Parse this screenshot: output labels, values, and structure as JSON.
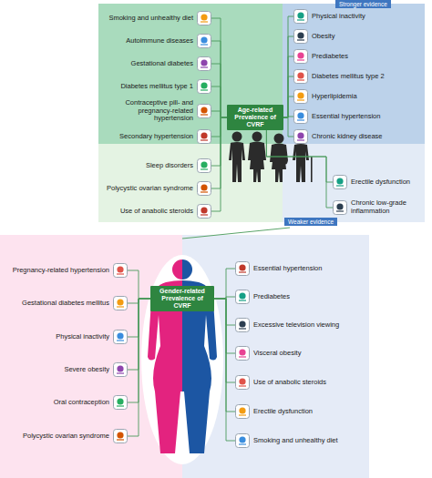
{
  "diagram": {
    "nodes": [
      {
        "text": [
          "Age-related Prevalence of CVRF"
        ]
      },
      {
        "text": [
          "Smoking and unhealthy diet"
        ]
      },
      {
        "text": [
          "Autoimmune diseases"
        ]
      },
      {
        "text": [
          "Gestational diabetes"
        ]
      },
      {
        "text": [
          "Diabetes mellitus type 1"
        ]
      },
      {
        "text": [
          "Contraceptive pill- and pregnancy-related hypertension"
        ]
      },
      {
        "text": [
          "Secondary hypertension"
        ]
      },
      {
        "text": [
          "Physical inactivity"
        ]
      },
      {
        "text": [
          "Obesity"
        ]
      },
      {
        "text": [
          "Prediabetes"
        ]
      },
      {
        "text": [
          "Diabetes mellitus type 2"
        ]
      },
      {
        "text": [
          "Hyperlipidemia"
        ]
      },
      {
        "text": [
          "Essential hypertension"
        ]
      },
      {
        "text": [
          "Chronic kidney disease"
        ]
      },
      {
        "text": [
          "Sleep disorders"
        ]
      },
      {
        "text": [
          "Polycystic ovarian syndrome"
        ]
      },
      {
        "text": [
          "Use of anabolic steroids"
        ]
      },
      {
        "text": [
          "Erectile dysfunction"
        ]
      },
      {
        "text": [
          "Chronic low-grade inflammation"
        ]
      },
      {
        "text": [
          "Gender-related Prevalence of CVRF"
        ]
      },
      {
        "text": [
          "Pregnancy-related hypertension"
        ]
      },
      {
        "text": [
          "Gestational diabetes mellitus"
        ]
      },
      {
        "text": [
          "Physical inactivity"
        ]
      },
      {
        "text": [
          "Severe obesity"
        ]
      },
      {
        "text": [
          "Oral contraception"
        ]
      },
      {
        "text": [
          "Polycystic ovarian syndrome"
        ]
      },
      {
        "text": [
          "Essential hypertension"
        ]
      },
      {
        "text": [
          "Prediabetes"
        ]
      },
      {
        "text": [
          "Excessive television viewing"
        ]
      },
      {
        "text": [
          "Visceral obesity"
        ]
      },
      {
        "text": [
          "Use of anabolic steroids"
        ]
      },
      {
        "text": [
          "Erectile dysfunction"
        ]
      },
      {
        "text": [
          "Smoking and unhealthy diet"
        ]
      }
    ],
    "edges": [
      {
        "from": 0,
        "to": 1,
        "arrow": "none"
      },
      {
        "from": 0,
        "to": 2,
        "arrow": "none"
      },
      {
        "from": 0,
        "to": 3,
        "arrow": "none"
      },
      {
        "from": 0,
        "to": 4,
        "arrow": "none"
      },
      {
        "from": 0,
        "to": 5,
        "arrow": "none"
      },
      {
        "from": 0,
        "to": 6,
        "arrow": "none"
      },
      {
        "from": 0,
        "to": 7,
        "arrow": "none"
      },
      {
        "from": 0,
        "to": 8,
        "arrow": "none"
      },
      {
        "from": 0,
        "to": 9,
        "arrow": "none"
      },
      {
        "from": 0,
        "to": 10,
        "arrow": "none"
      },
      {
        "from": 0,
        "to": 11,
        "arrow": "none"
      },
      {
        "from": 0,
        "to": 12,
        "arrow": "none"
      },
      {
        "from": 0,
        "to": 13,
        "arrow": "none"
      },
      {
        "from": 0,
        "to": 14,
        "arrow": "none"
      },
      {
        "from": 0,
        "to": 15,
        "arrow": "none"
      },
      {
        "from": 0,
        "to": 16,
        "arrow": "none"
      },
      {
        "from": 0,
        "to": 17,
        "arrow": "none"
      },
      {
        "from": 0,
        "to": 18,
        "arrow": "none"
      },
      {
        "from": 19,
        "to": 20,
        "arrow": "none"
      },
      {
        "from": 19,
        "to": 21,
        "arrow": "none"
      },
      {
        "from": 19,
        "to": 22,
        "arrow": "none"
      },
      {
        "from": 19,
        "to": 23,
        "arrow": "none"
      },
      {
        "from": 19,
        "to": 24,
        "arrow": "none"
      },
      {
        "from": 19,
        "to": 25,
        "arrow": "none"
      },
      {
        "from": 19,
        "to": 26,
        "arrow": "none"
      },
      {
        "from": 19,
        "to": 27,
        "arrow": "none"
      },
      {
        "from": 19,
        "to": 28,
        "arrow": "none"
      },
      {
        "from": 19,
        "to": 29,
        "arrow": "none"
      },
      {
        "from": 19,
        "to": 30,
        "arrow": "none"
      },
      {
        "from": 19,
        "to": 31,
        "arrow": "none"
      },
      {
        "from": 19,
        "to": 32,
        "arrow": "none"
      }
    ],
    "labels": [
      "Stronger evidence",
      "Weaker evidence"
    ]
  }
}
